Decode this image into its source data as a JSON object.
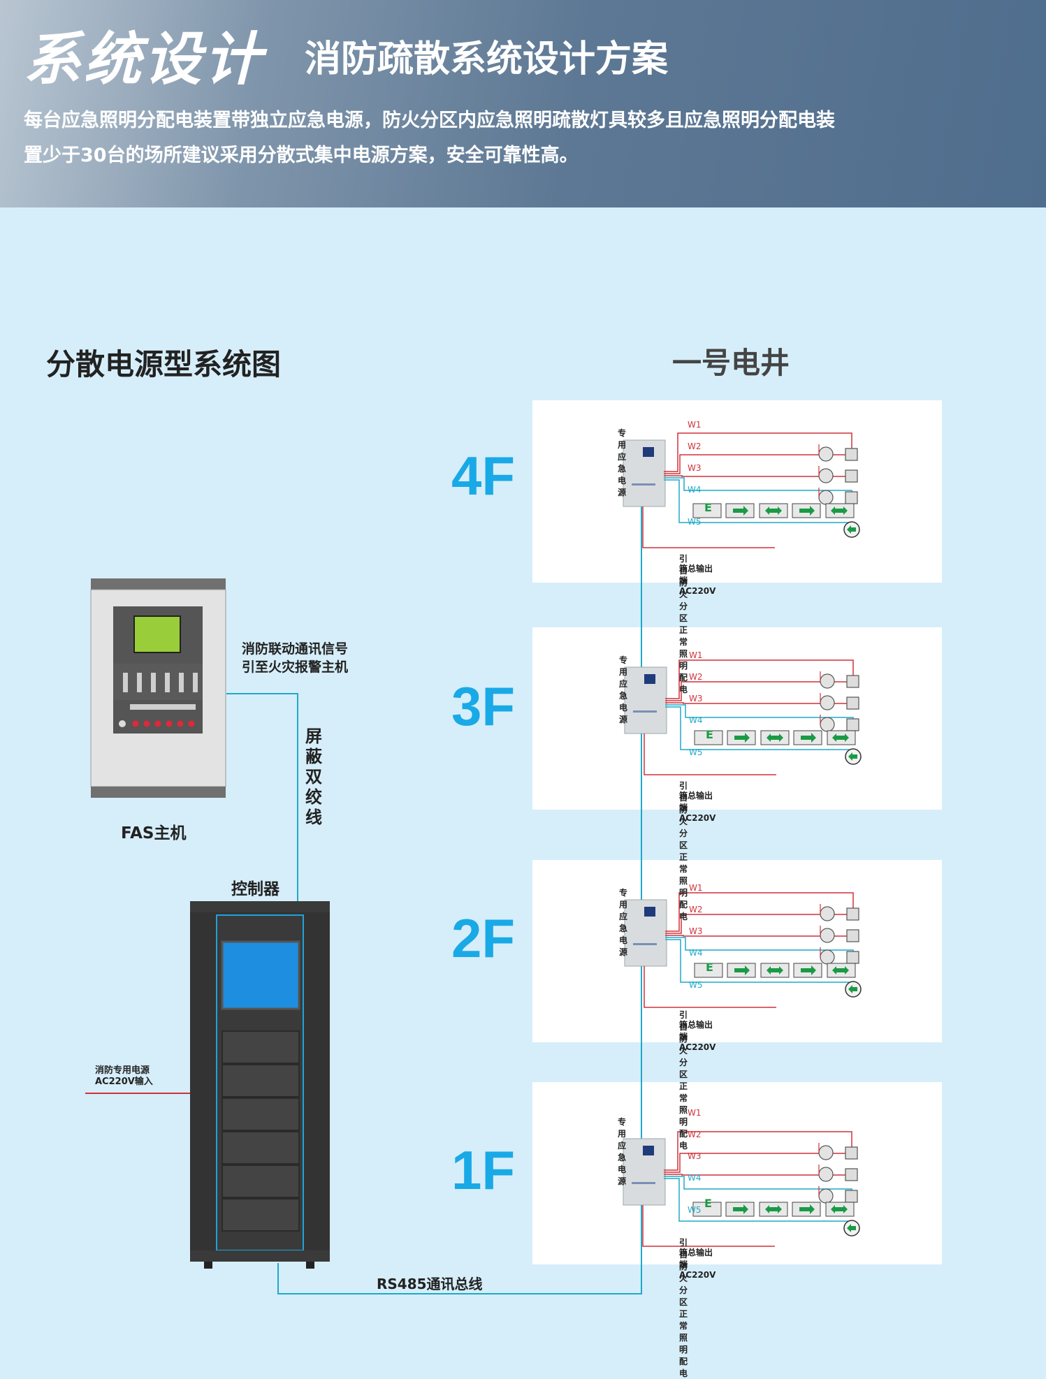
{
  "header": {
    "big_title": "系统设计",
    "subtitle": "消防疏散系统设计方案",
    "desc_line1": "每台应急照明分配电装置带独立应急电源，防火分区内应急照明疏散灯具较多且应急照明分配电装",
    "desc_line2": "置少于30台的场所建议采用分散式集中电源方案，安全可靠性高。"
  },
  "diagram": {
    "section_title": "分散电源型系统图",
    "shaft_title": "一号电井",
    "fas_label": "FAS主机",
    "fas_signal_line1": "消防联动通讯信号",
    "fas_signal_line2": "引至火灾报警主机",
    "cable_label": "屏蔽双绞线",
    "controller_label": "控制器",
    "power_input_line1": "消防专用电源",
    "power_input_line2": "AC220V输入",
    "bus_label": "RS485通讯总线",
    "floors": [
      {
        "label": "4F"
      },
      {
        "label": "3F"
      },
      {
        "label": "2F"
      },
      {
        "label": "1F"
      }
    ],
    "floor_panel": {
      "power_label": "专用应急电源",
      "circuits": [
        "W1",
        "W2",
        "W3",
        "W4",
        "W5"
      ],
      "mains_line1": "引自防火分区正常照明配电",
      "mains_line2": "箱总输出端AC220V",
      "exit_sign_letter": "E"
    }
  },
  "colors": {
    "accent_blue": "#19a9e6",
    "line_cyan": "#1fa9c9",
    "line_red": "#d0313a",
    "sign_green": "#1a9a45"
  }
}
